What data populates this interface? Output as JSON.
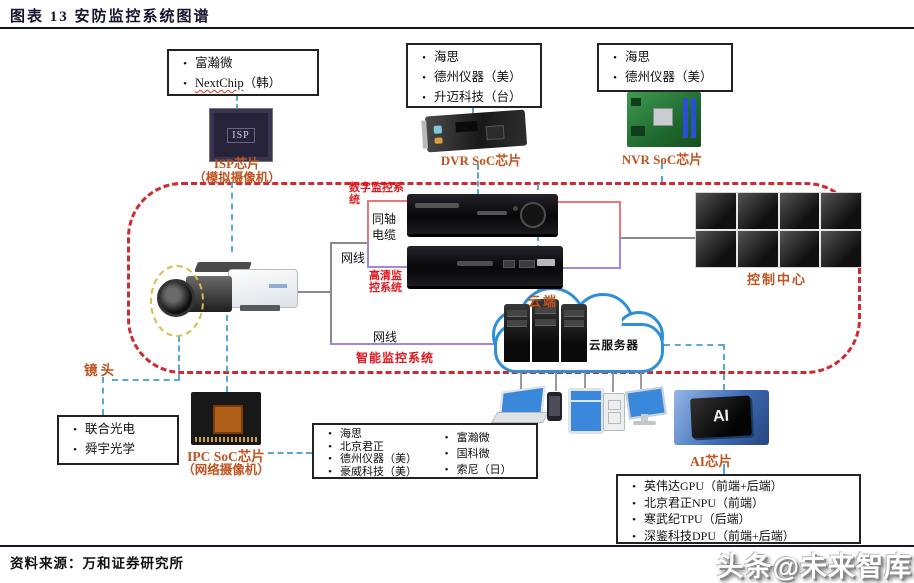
{
  "figure": {
    "title": "图表 13  安防监控系统图谱",
    "source": "资料来源：万和证券研究所",
    "watermark": "头条@未来智库"
  },
  "colors": {
    "accent_orange": "#c0531f",
    "accent_red": "#e2181f",
    "boundary_red": "#cc2b33",
    "dash_blue": "#5aa7cf",
    "line_red": "#e87878",
    "line_purple": "#a08ad8",
    "line_gray": "#8a8a8a",
    "cloud_blue": "#2f8fd6",
    "device_blue": "#3988dc"
  },
  "boxes": {
    "isp": {
      "item1": "富瀚微",
      "item2_name": "NextChip",
      "item2_suffix": "（韩）"
    },
    "dvr": {
      "items": [
        "海思",
        "德州仪器（美）",
        "升迈科技（台）"
      ]
    },
    "nvr": {
      "items": [
        "海思",
        "德州仪器（美）"
      ]
    },
    "lens": {
      "items": [
        "联合光电",
        "舜宇光学"
      ]
    },
    "ipc": {
      "col1": [
        "海思",
        "北京君正",
        "德州仪器（美）",
        "豪威科技（美）"
      ],
      "col2": [
        "富瀚微",
        "国科微",
        "索尼（日）"
      ]
    },
    "ai": {
      "items": [
        "英伟达GPU（前端+后端）",
        "北京君正NPU（前端）",
        "寒武纪TPU（后端）",
        "深鉴科技DPU（前端+后端）"
      ]
    }
  },
  "labels": {
    "isp_chip": "ISP芯片",
    "isp_chip_sub": "（模拟摄像机）",
    "isp_die": "ISP",
    "dvr_chip": "DVR SoC芯片",
    "nvr_chip": "NVR SoC芯片",
    "ipc_chip": "IPC SoC芯片",
    "ipc_chip_sub": "（网络摄像机）",
    "ai_chip": "AI芯片",
    "ai_die": "AI",
    "lens": "镜头",
    "control_center": "控制中心",
    "cloud": "云端",
    "cloud_server": "云服务器",
    "digital_system": "数字监控系统",
    "hd_system": "高清监控系统",
    "smart_system": "智能监控系统",
    "coax_cable": "同轴电缆",
    "net_cable_hd": "网线",
    "net_cable_smart": "网线"
  }
}
